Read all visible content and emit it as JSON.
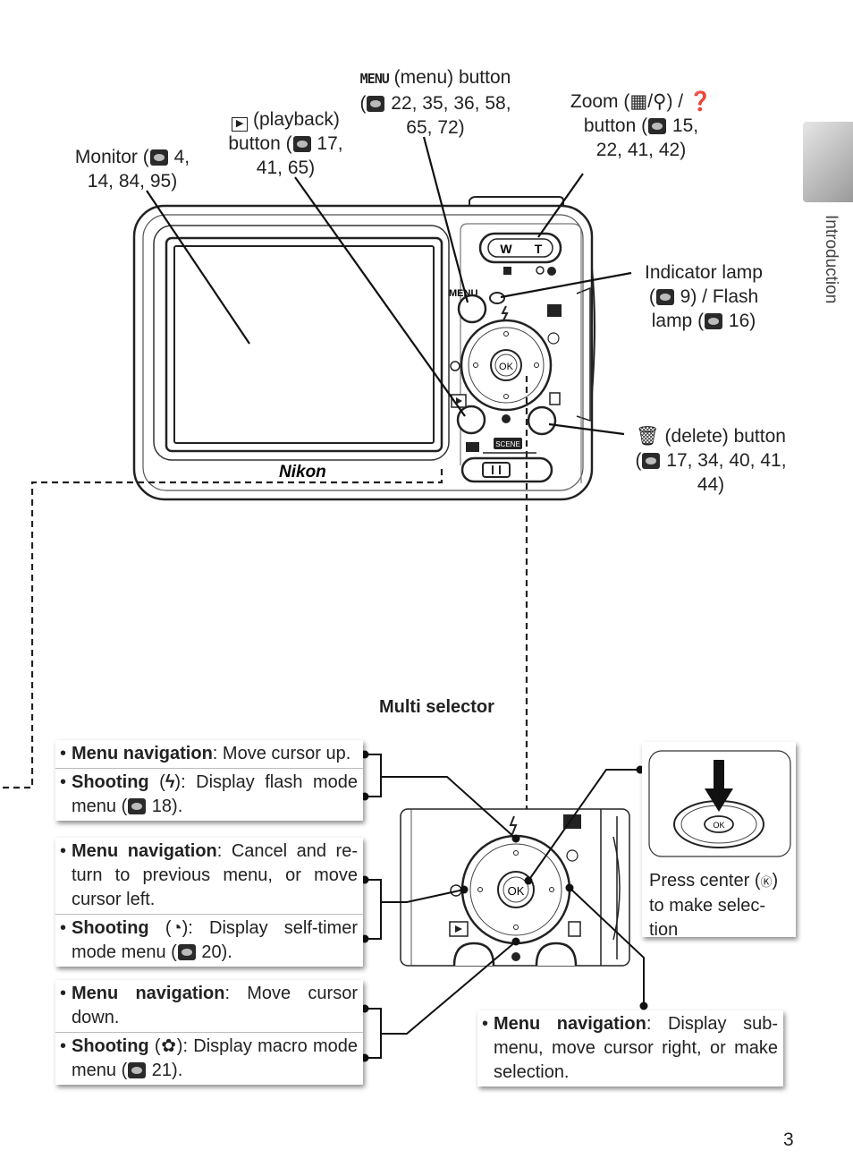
{
  "callouts": {
    "menu": {
      "word": "MENU",
      "line1": " (menu) button",
      "line2": " 22, 35, 36, 58,",
      "line3": "65, 72)"
    },
    "zoom": {
      "line1a": "Zoom (",
      "line1b": "/",
      "line1c": ") / ",
      "line2": "button (",
      "line2b": " 15,",
      "line3": "22, 41, 42)"
    },
    "playback": {
      "line1": " (playback)",
      "line2": "button (",
      "line2b": " 17,",
      "line3": "41, 65)"
    },
    "monitor": {
      "line1": "Monitor (",
      "line1b": " 4,",
      "line2": "14, 84, 95)"
    },
    "indicator": {
      "line1": "Indicator lamp",
      "line2": " 9) / Flash",
      "line3": "lamp (",
      "line3b": " 16)"
    },
    "delete": {
      "line1": " (delete) button",
      "line2": " 17, 34, 40, 41,",
      "line3": "44)"
    }
  },
  "multi_selector_title": "Multi selector",
  "camera": {
    "brand": "Nikon",
    "w": "W",
    "t": "T",
    "ok": "OK",
    "menu": "MENU",
    "scene": "SCENE"
  },
  "boxes": {
    "up": {
      "nav_b": "Menu navigation",
      "nav_t": ": Move cursor up.",
      "shoot_b": "Shooting",
      "shoot_t1": " (",
      "shoot_t2": "): Display flash mode menu (",
      "shoot_t3": " 18)."
    },
    "left": {
      "nav_b": "Menu navigation",
      "nav_t": ": Cancel and re-turn to previous menu, or move cursor left.",
      "shoot_b": "Shooting",
      "shoot_t1": " (",
      "shoot_t2": "): Display self-timer mode menu (",
      "shoot_t3": " 20)."
    },
    "down": {
      "nav_b": "Menu navigation",
      "nav_t": ": Move cursor down.",
      "shoot_b": "Shooting",
      "shoot_t1": " (",
      "shoot_t2": "): Display macro mode menu (",
      "shoot_t3": " 21)."
    },
    "right": {
      "nav_b": "Menu navigation",
      "nav_t": ": Display sub-menu, move cursor right, or make selection."
    },
    "press": {
      "t1": "Press center (",
      "t2": ") to make selec-tion"
    }
  },
  "side_tab": "Introduction",
  "page_number": "3"
}
